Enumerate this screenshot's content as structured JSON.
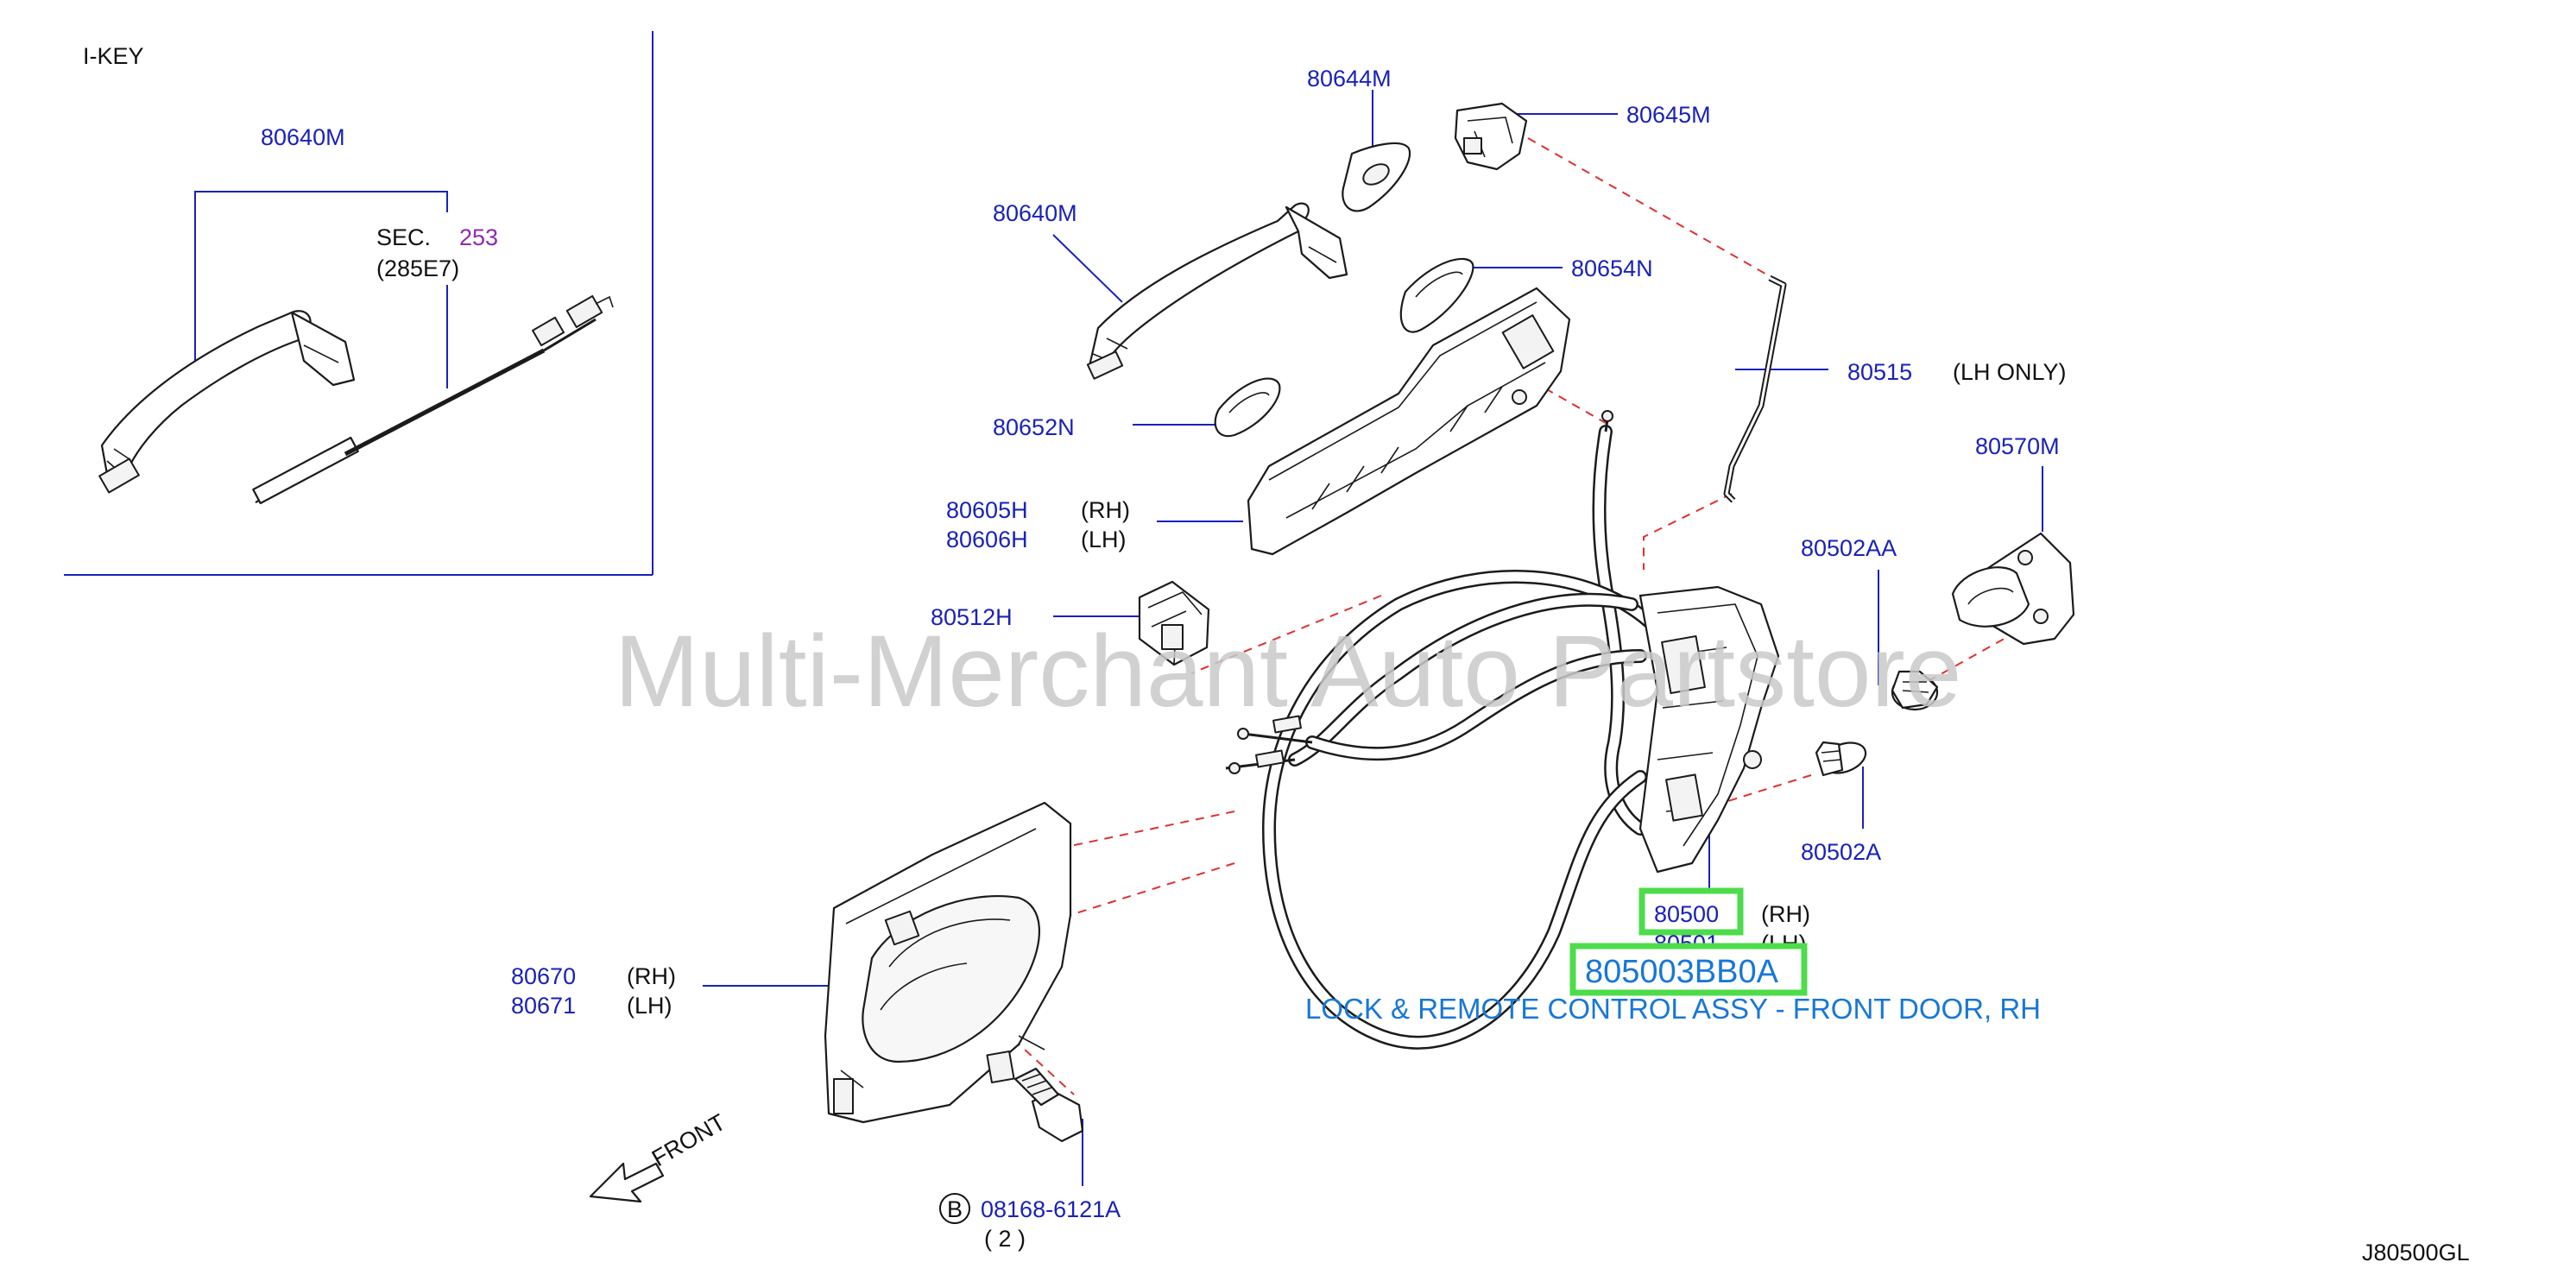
{
  "inset": {
    "title": "I-KEY",
    "handle_part": "80640M",
    "sec_label": "SEC.",
    "sec_number": "253",
    "sec_sub": "(285E7)"
  },
  "callouts": {
    "p80644M": "80644M",
    "p80645M": "80645M",
    "p80640M": "80640M",
    "p80654N": "80654N",
    "p80515": "80515",
    "p80515_note": "(LH   ONLY)",
    "p80652N": "80652N",
    "p80570M": "80570M",
    "p80605H": "80605H",
    "p80605H_side": "(RH)",
    "p80606H": "80606H",
    "p80606H_side": "(LH)",
    "p80502AA": "80502AA",
    "p80512H": "80512H",
    "p80502A": "80502A",
    "p80500": "80500",
    "p80500_side": "(RH)",
    "p80501": "80501",
    "p80501_side": "(LH)",
    "p80670": "80670",
    "p80670_side": "(RH)",
    "p80671": "80671",
    "p80671_side": "(LH)",
    "bolt_marker": "B",
    "bolt_part": "08168-6121A",
    "bolt_qty": "(   2   )"
  },
  "highlight": {
    "part_number": "805003BB0A",
    "description": "LOCK & REMOTE CONTROL ASSY - FRONT DOOR, RH"
  },
  "front_label": "FRONT",
  "watermark": "Multi-Merchant Auto Partstore",
  "diagram_code": "J80500GL",
  "colors": {
    "part_number": "#1a22b8",
    "leader_line": "#1a22b8",
    "dashed_line": "#e03030",
    "highlight_box": "#4ddc4a",
    "highlight_text": "#1877d6",
    "section_ref": "#8e2bb0"
  }
}
